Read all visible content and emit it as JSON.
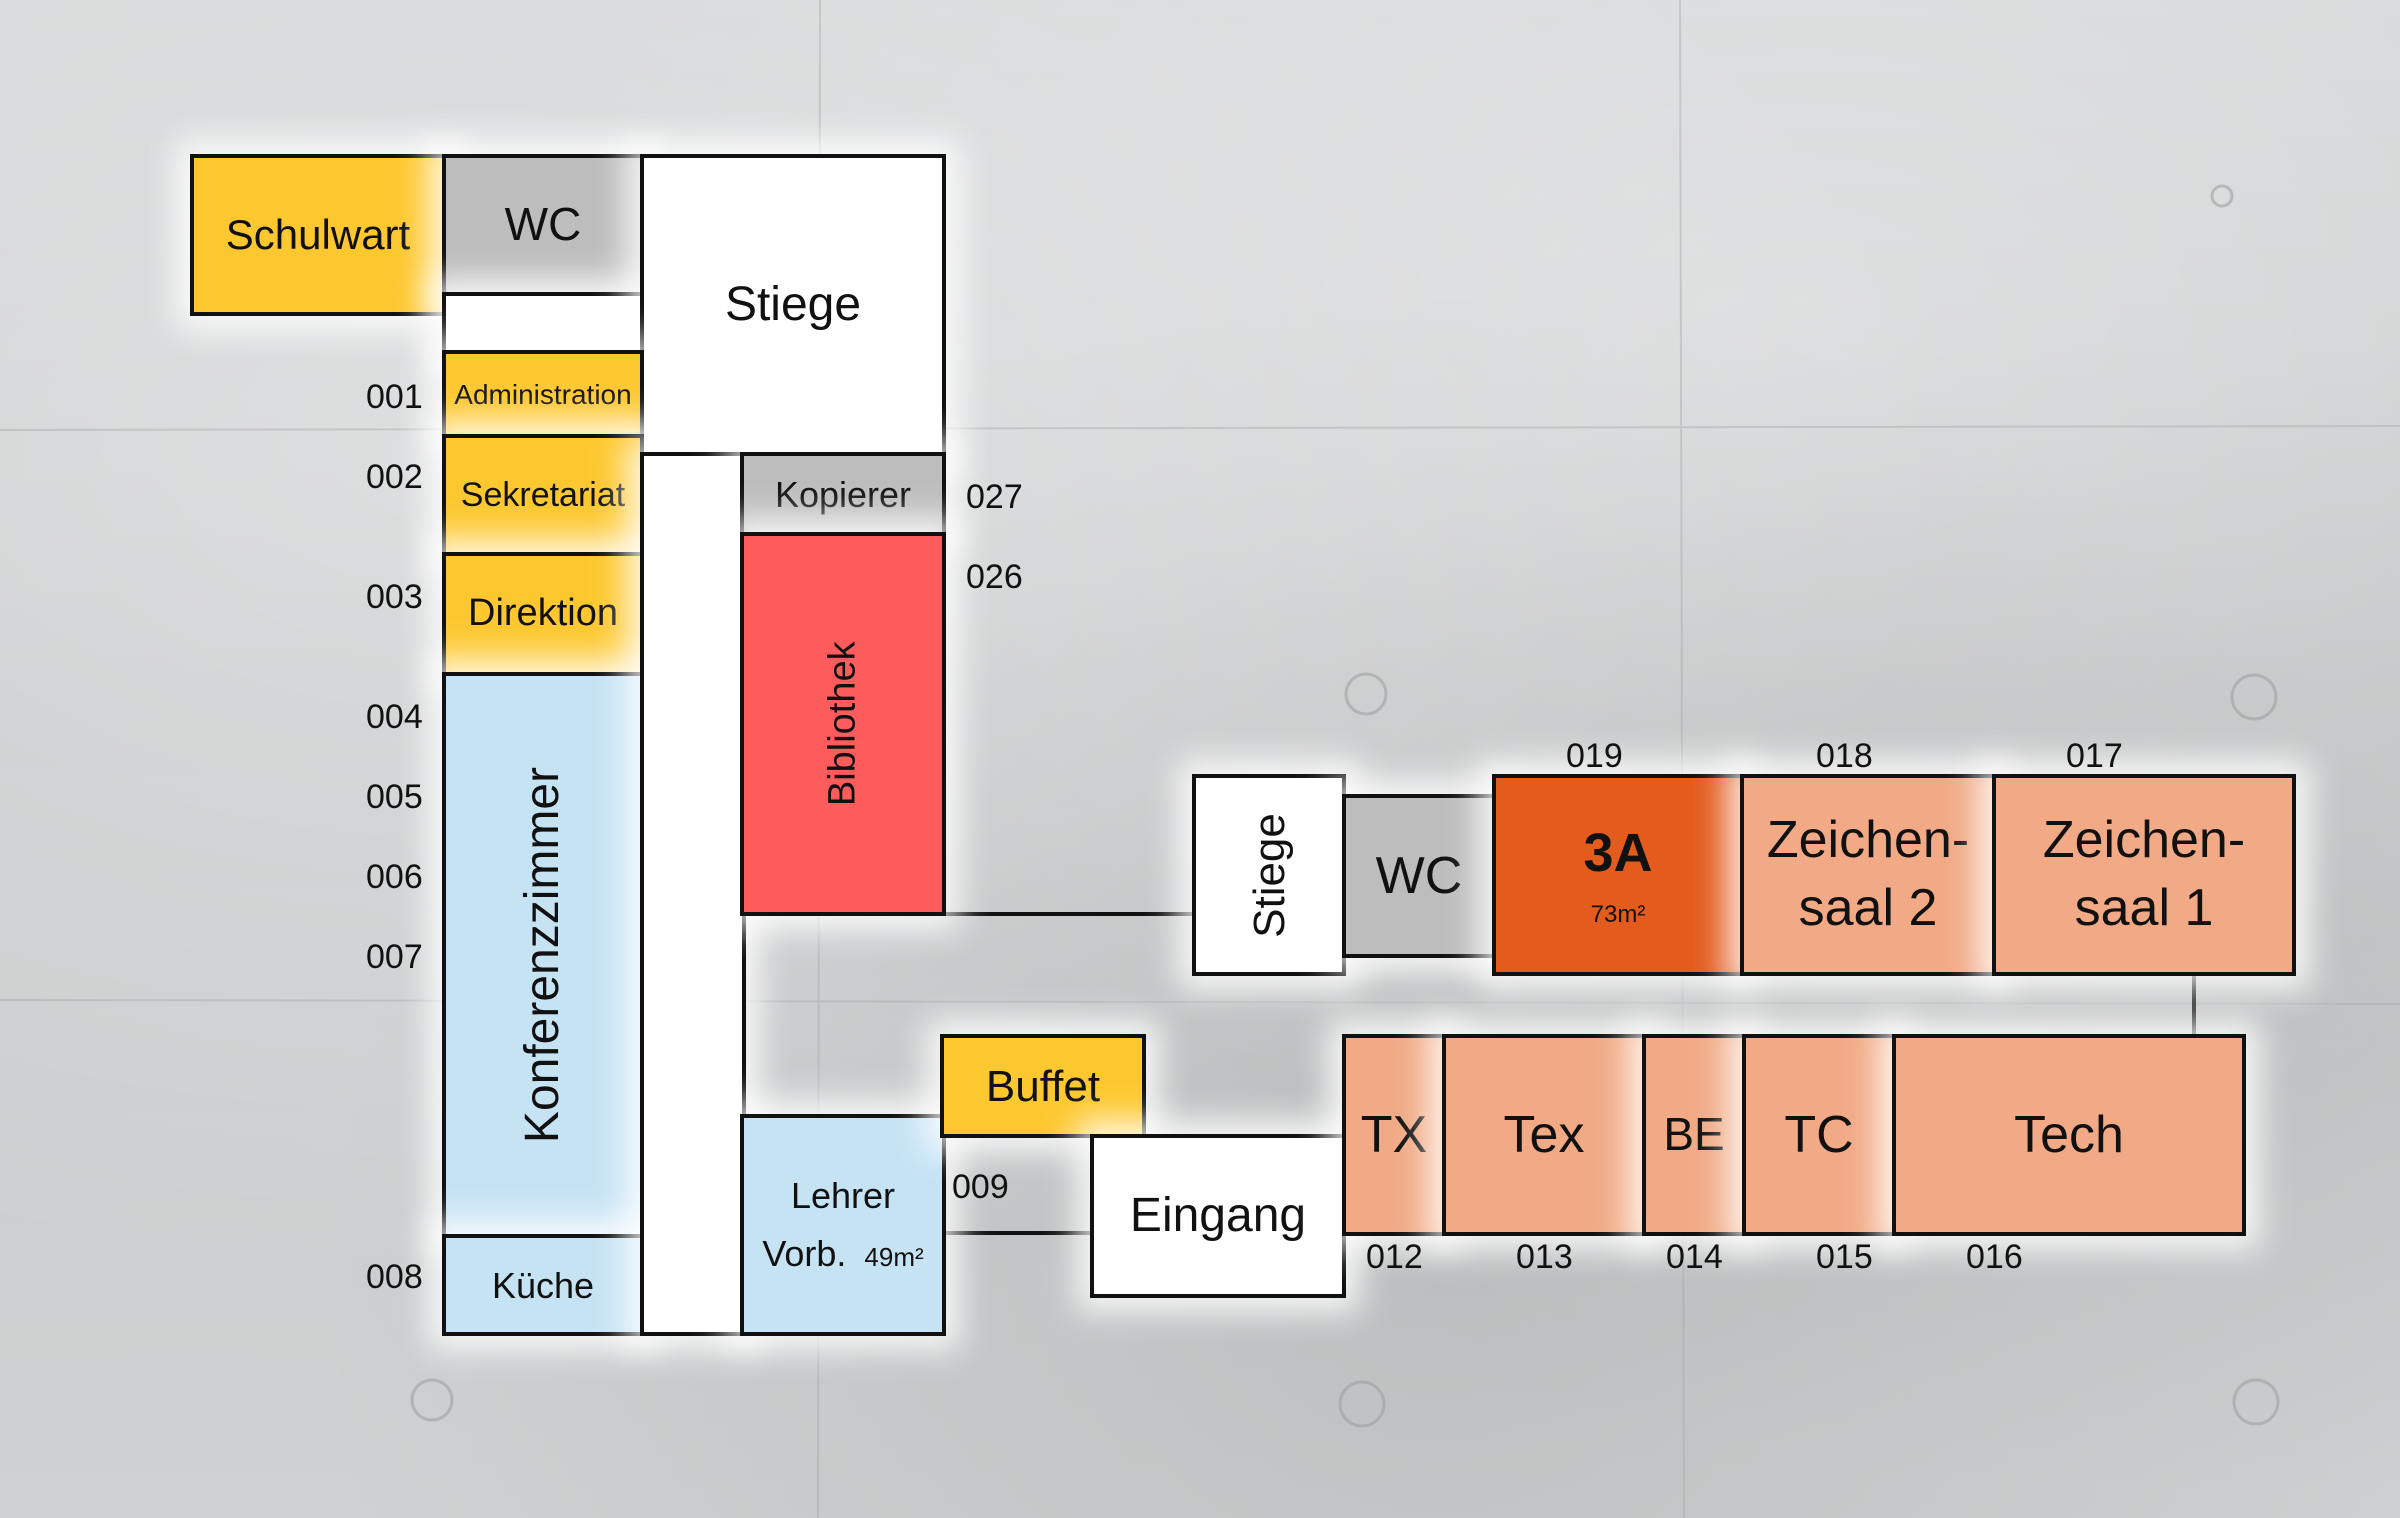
{
  "rooms": {
    "schulwart": "Schulwart",
    "wc_top": "WC",
    "stiege_top": "Stiege",
    "administration": "Administration",
    "sekretariat": "Sekretariat",
    "direktion": "Direktion",
    "konferenzzimmer": "Konferenzzimmer",
    "kueche": "Küche",
    "kopierer": "Kopierer",
    "bibliothek": "Bibliothek",
    "buffet": "Buffet",
    "lehrer_line1": "Lehrer",
    "lehrer_line2": "Vorb.",
    "lehrer_area": "49m²",
    "eingang": "Eingang",
    "stiege_mid": "Stiege",
    "wc_mid": "WC",
    "class_3a": "3A",
    "class_3a_area": "73m²",
    "zeichensaal2_line1": "Zeichen-",
    "zeichensaal2_line2": "saal 2",
    "zeichensaal1_line1": "Zeichen-",
    "zeichensaal1_line2": "saal 1",
    "tx": "TX",
    "tex": "Tex",
    "be": "BE",
    "tc": "TC",
    "tech": "Tech"
  },
  "room_numbers": {
    "n001": "001",
    "n002": "002",
    "n003": "003",
    "n004": "004",
    "n005": "005",
    "n006": "006",
    "n007": "007",
    "n008": "008",
    "n009": "009",
    "n012": "012",
    "n013": "013",
    "n014": "014",
    "n015": "015",
    "n016": "016",
    "n017": "017",
    "n018": "018",
    "n019": "019",
    "n026": "026",
    "n027": "027"
  },
  "colors": {
    "admin_yellow": "#fdc82f",
    "service_gray": "#bdbdbd",
    "staff_blue": "#c6e3f4",
    "library_red": "#fe5c5c",
    "workshop_salmon": "#f1aa85",
    "selected_class_orange": "#e35b1d",
    "wall_concrete": "#c9cbcc"
  }
}
